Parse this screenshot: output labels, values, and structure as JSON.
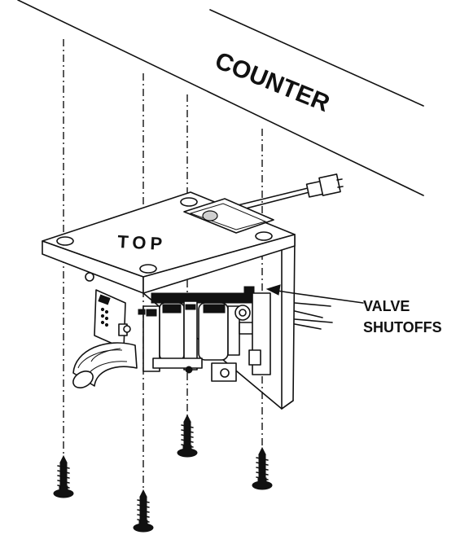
{
  "labels": {
    "counter": "COUNTER",
    "top": "TOP",
    "valve_line1": "VALVE",
    "valve_line2": "SHUTOFFS"
  },
  "icons": [
    "screw-icon",
    "valve-icon",
    "power-plug-icon"
  ],
  "colors": {
    "ink": "#111111",
    "paper": "#ffffff"
  }
}
